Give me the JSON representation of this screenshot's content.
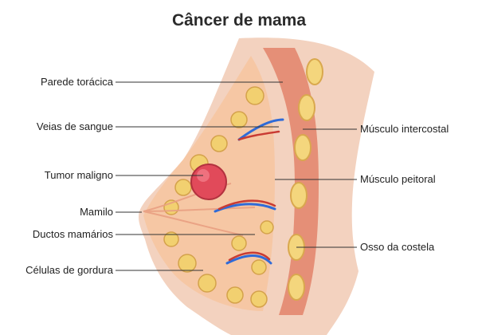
{
  "title": "Câncer de mama",
  "labels_left": [
    "Parede torácica",
    "Veias de sangue",
    "Tumor maligno",
    "Mamilo",
    "Ductos mamários",
    "Células de gordura"
  ],
  "labels_right": [
    "Músculo intercostal",
    "Músculo peitoral",
    "Osso da costela"
  ],
  "colors": {
    "skin": "#f3d2bf",
    "tissue": "#f6c7a4",
    "fat": "#f2d070",
    "muscle": "#e58f77",
    "tumor": "#e14a5a",
    "vein": "#2f6bd8",
    "artery": "#c93b33",
    "bone": "#f4d67d"
  }
}
